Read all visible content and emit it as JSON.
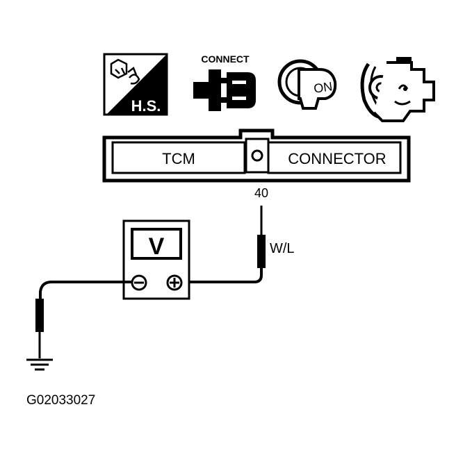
{
  "icons": {
    "hs_icon": {
      "name": "hot-shift-icon",
      "label": "H.S."
    },
    "connect_icon": {
      "name": "connector-icon",
      "label": "CONNECT"
    },
    "ignition_icon": {
      "name": "ignition-key-icon",
      "label": "ON"
    },
    "engine_icon": {
      "name": "engine-icon"
    }
  },
  "connector": {
    "left_label": "TCM",
    "right_label": "CONNECTOR",
    "terminal_number": "40"
  },
  "wire": {
    "color_code": "W/L"
  },
  "voltmeter": {
    "display": "V"
  },
  "figure_id": "G02033027",
  "colors": {
    "ink": "#000000",
    "paper": "#ffffff"
  }
}
